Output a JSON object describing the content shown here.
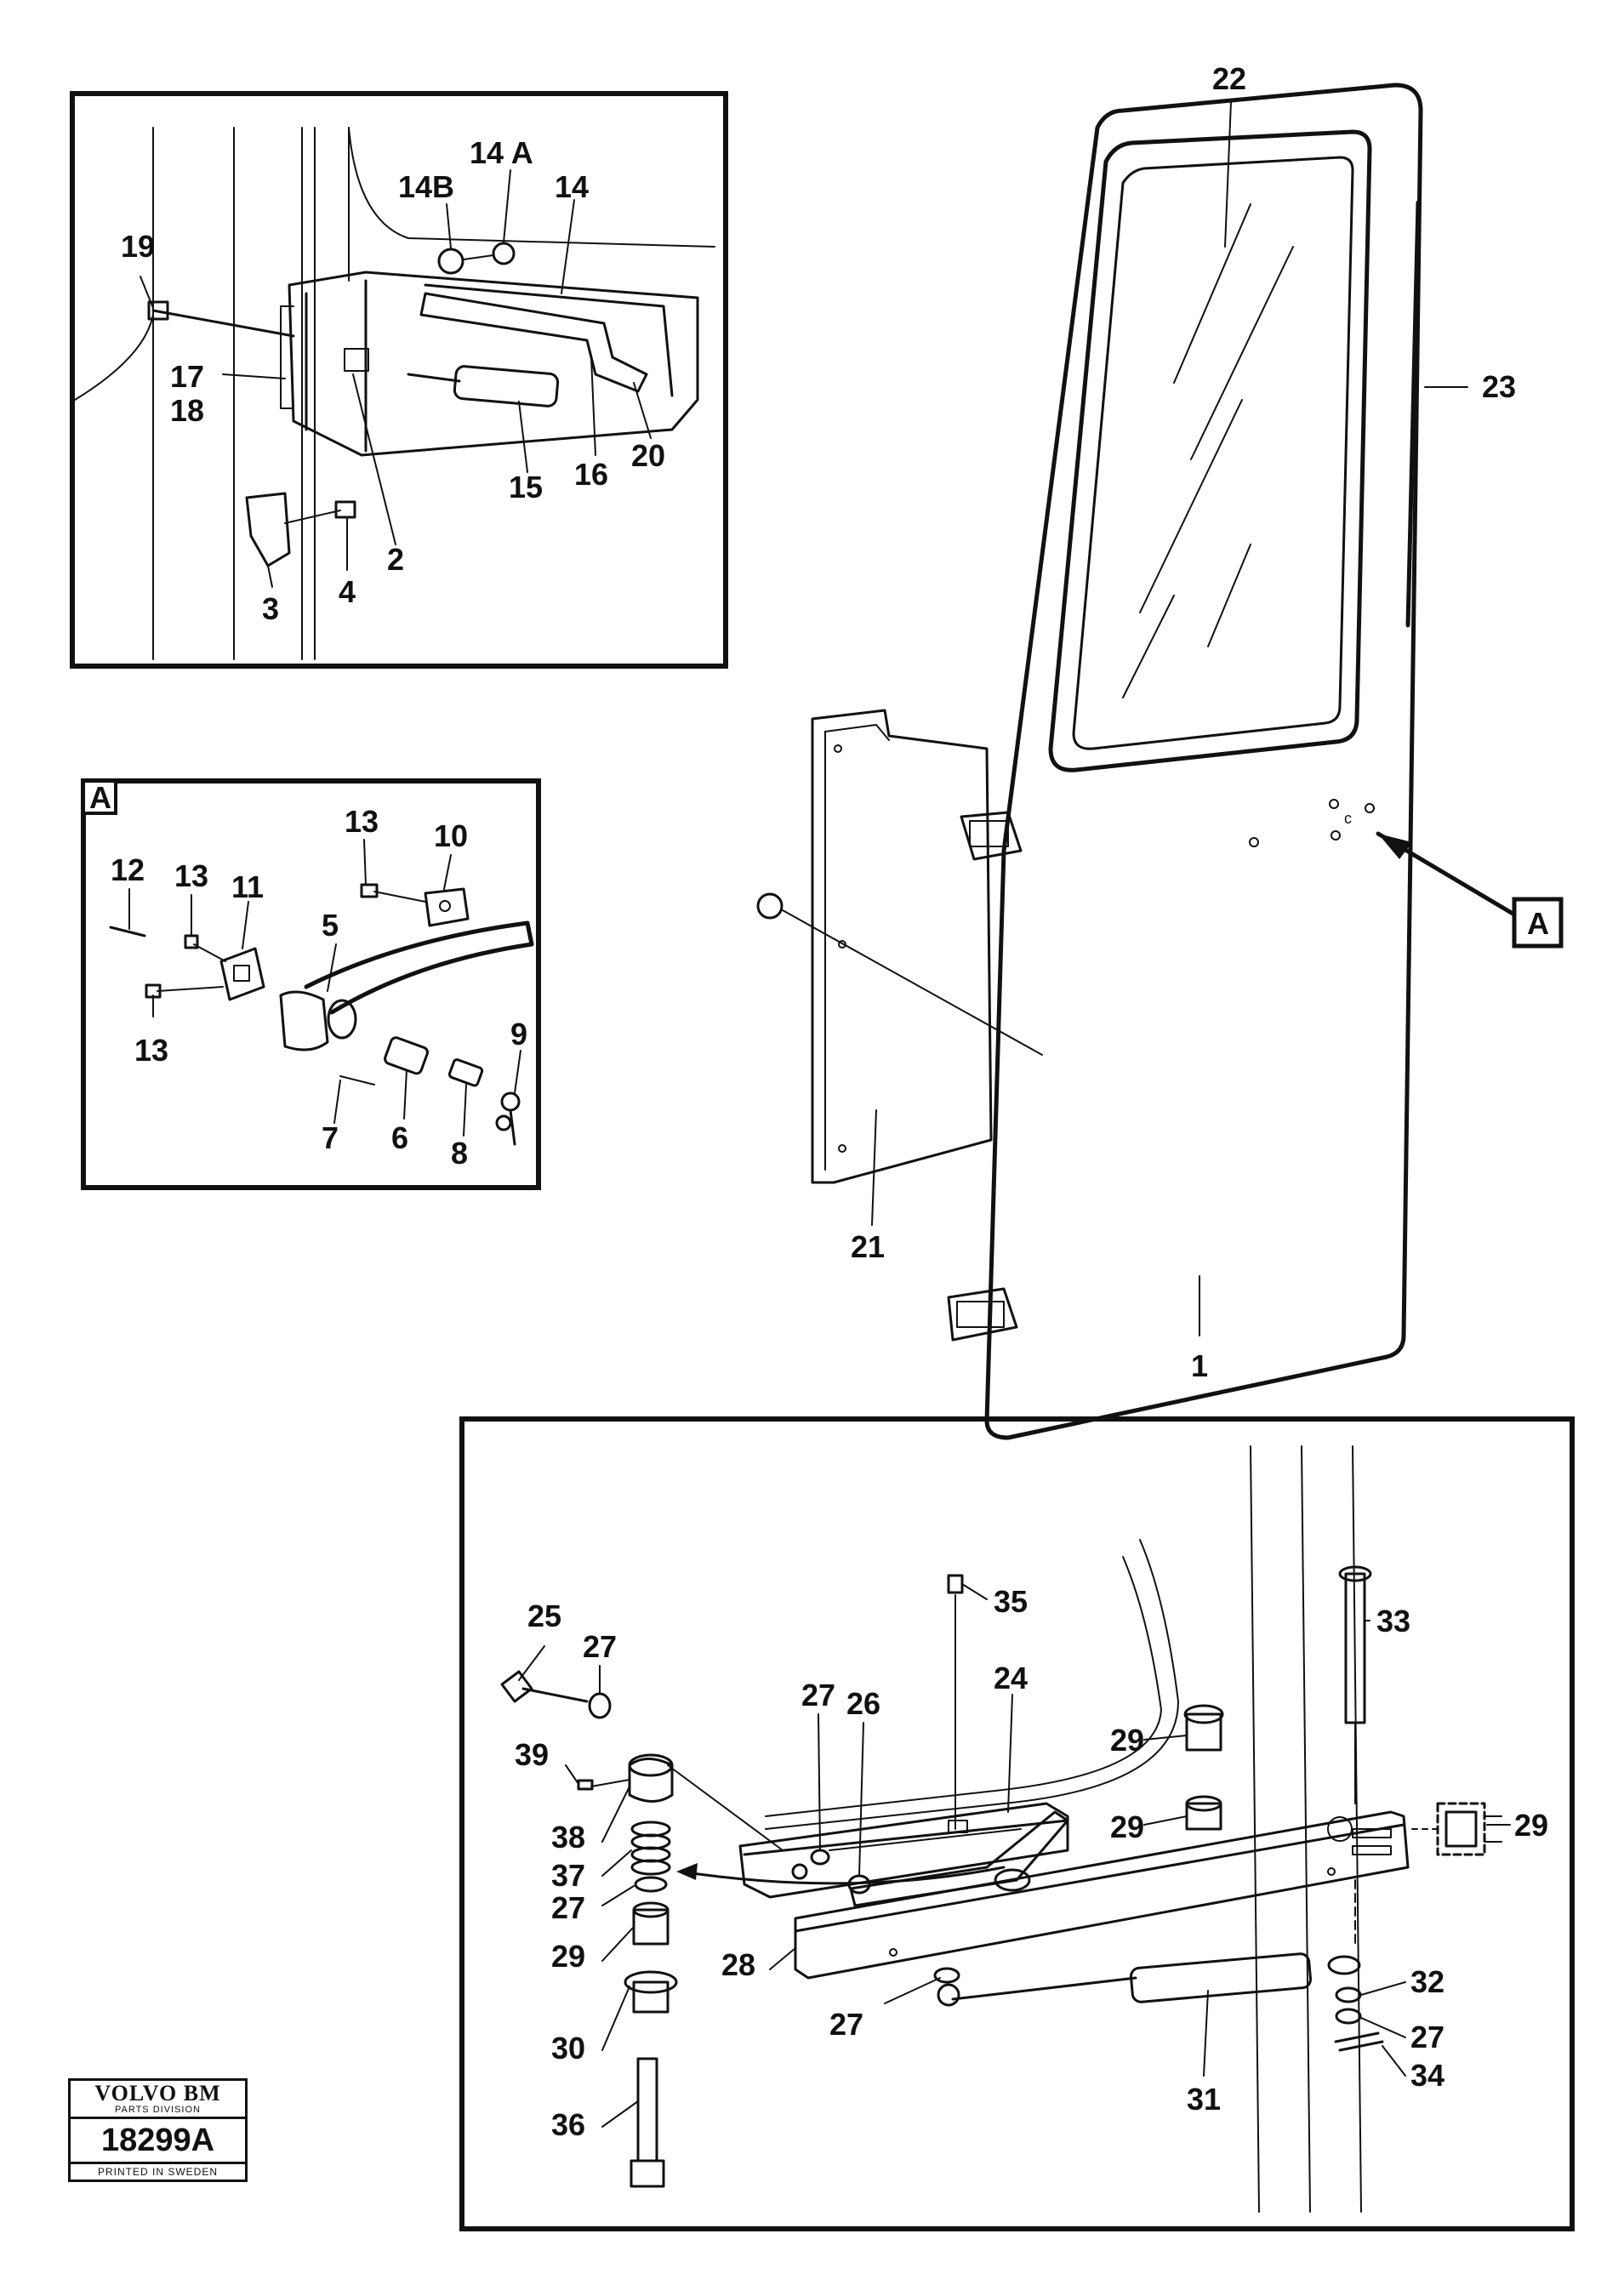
{
  "diagram": {
    "callouts": {
      "c1": "1",
      "c2": "2",
      "c3": "3",
      "c4": "4",
      "c5": "5",
      "c6": "6",
      "c7": "7",
      "c8": "8",
      "c9": "9",
      "c10": "10",
      "c11": "11",
      "c12": "12",
      "c13a": "13",
      "c13b": "13",
      "c13c": "13",
      "c14": "14",
      "c14a": "14 A",
      "c14b": "14B",
      "c15": "15",
      "c16": "16",
      "c17": "17",
      "c18": "18",
      "c19": "19",
      "c20": "20",
      "c21": "21",
      "c22": "22",
      "c23": "23",
      "c24": "24",
      "c25": "25",
      "c26": "26",
      "c27a": "27",
      "c27b": "27",
      "c27c": "27",
      "c27d": "27",
      "c27e": "27",
      "c28": "28",
      "c29a": "29",
      "c29b": "29",
      "c29c": "29",
      "c29d": "29",
      "c30": "30",
      "c31": "31",
      "c32": "32",
      "c33": "33",
      "c34": "34",
      "c35": "35",
      "c36": "36",
      "c37": "37",
      "c38": "38",
      "c39": "39"
    },
    "detail_marker": "A",
    "view_a_tag": "A"
  },
  "plate": {
    "brand": "VOLVO BM",
    "division": "PARTS DIVISION",
    "number": "18299A",
    "printed": "PRINTED IN SWEDEN"
  }
}
